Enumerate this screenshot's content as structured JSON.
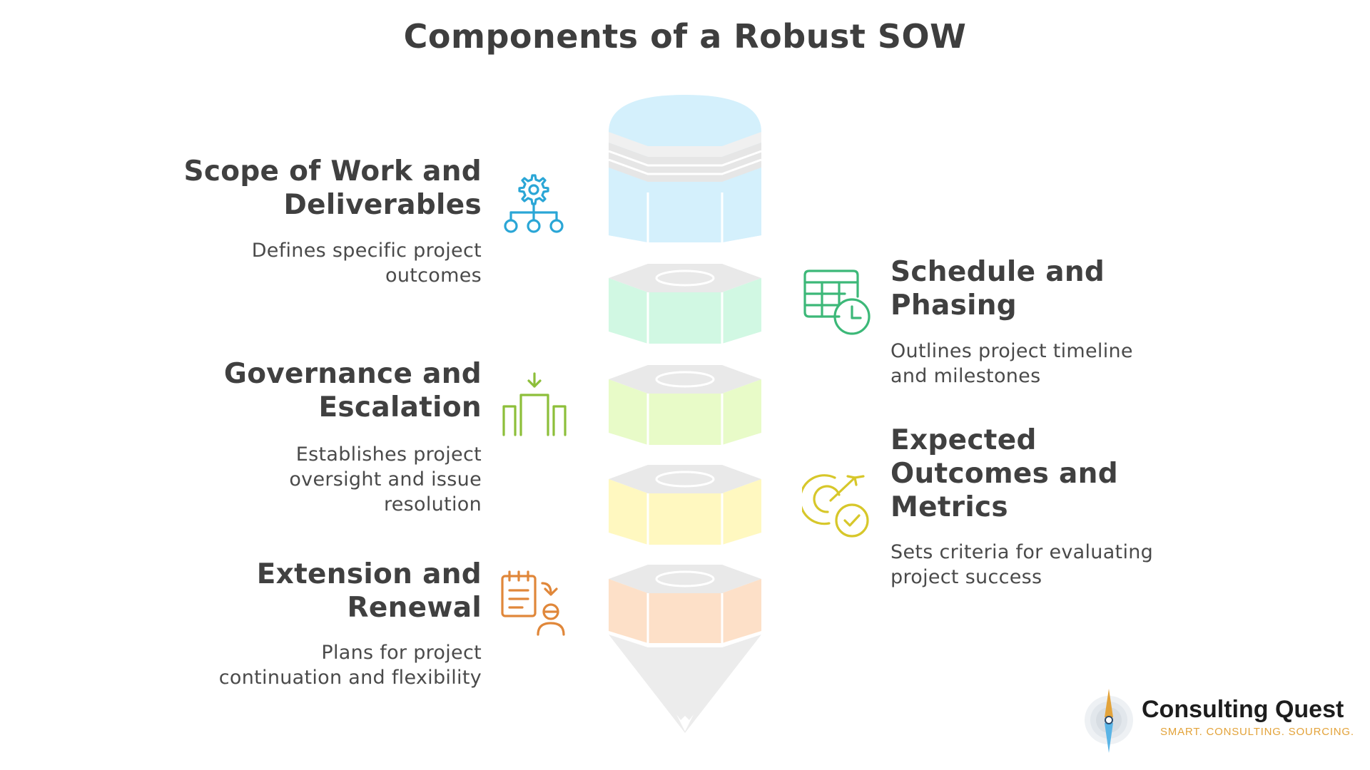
{
  "title": "Components of a Robust SOW",
  "items": [
    {
      "heading": [
        "Scope of Work and",
        "Deliverables"
      ],
      "description": [
        "Defines specific project",
        "outcomes"
      ],
      "icon": "hierarchy-gear-icon",
      "color": "#2aa6d6",
      "layer_color": "#d4f0fc"
    },
    {
      "heading": [
        "Schedule and",
        "Phasing"
      ],
      "description": [
        "Outlines project timeline",
        "and milestones"
      ],
      "icon": "calendar-clock-icon",
      "color": "#3cb878",
      "layer_color": "#d1f8e3"
    },
    {
      "heading": [
        "Governance and",
        "Escalation"
      ],
      "description": [
        "Establishes project",
        "oversight and issue",
        "resolution"
      ],
      "icon": "escalation-steps-icon",
      "color": "#8dbf3a",
      "layer_color": "#e8fbc8"
    },
    {
      "heading": [
        "Expected",
        "Outcomes and",
        "Metrics"
      ],
      "description": [
        "Sets criteria for evaluating",
        "project success"
      ],
      "icon": "target-check-icon",
      "color": "#d7c72a",
      "layer_color": "#fff8c0"
    },
    {
      "heading": [
        "Extension and",
        "Renewal"
      ],
      "description": [
        "Plans for project",
        "continuation and flexibility"
      ],
      "icon": "clipboard-user-icon",
      "color": "#e0873a",
      "layer_color": "#fde0c8"
    }
  ],
  "logo": {
    "name": "Consulting Quest",
    "tagline": "SMART. CONSULTING. SOURCING."
  }
}
